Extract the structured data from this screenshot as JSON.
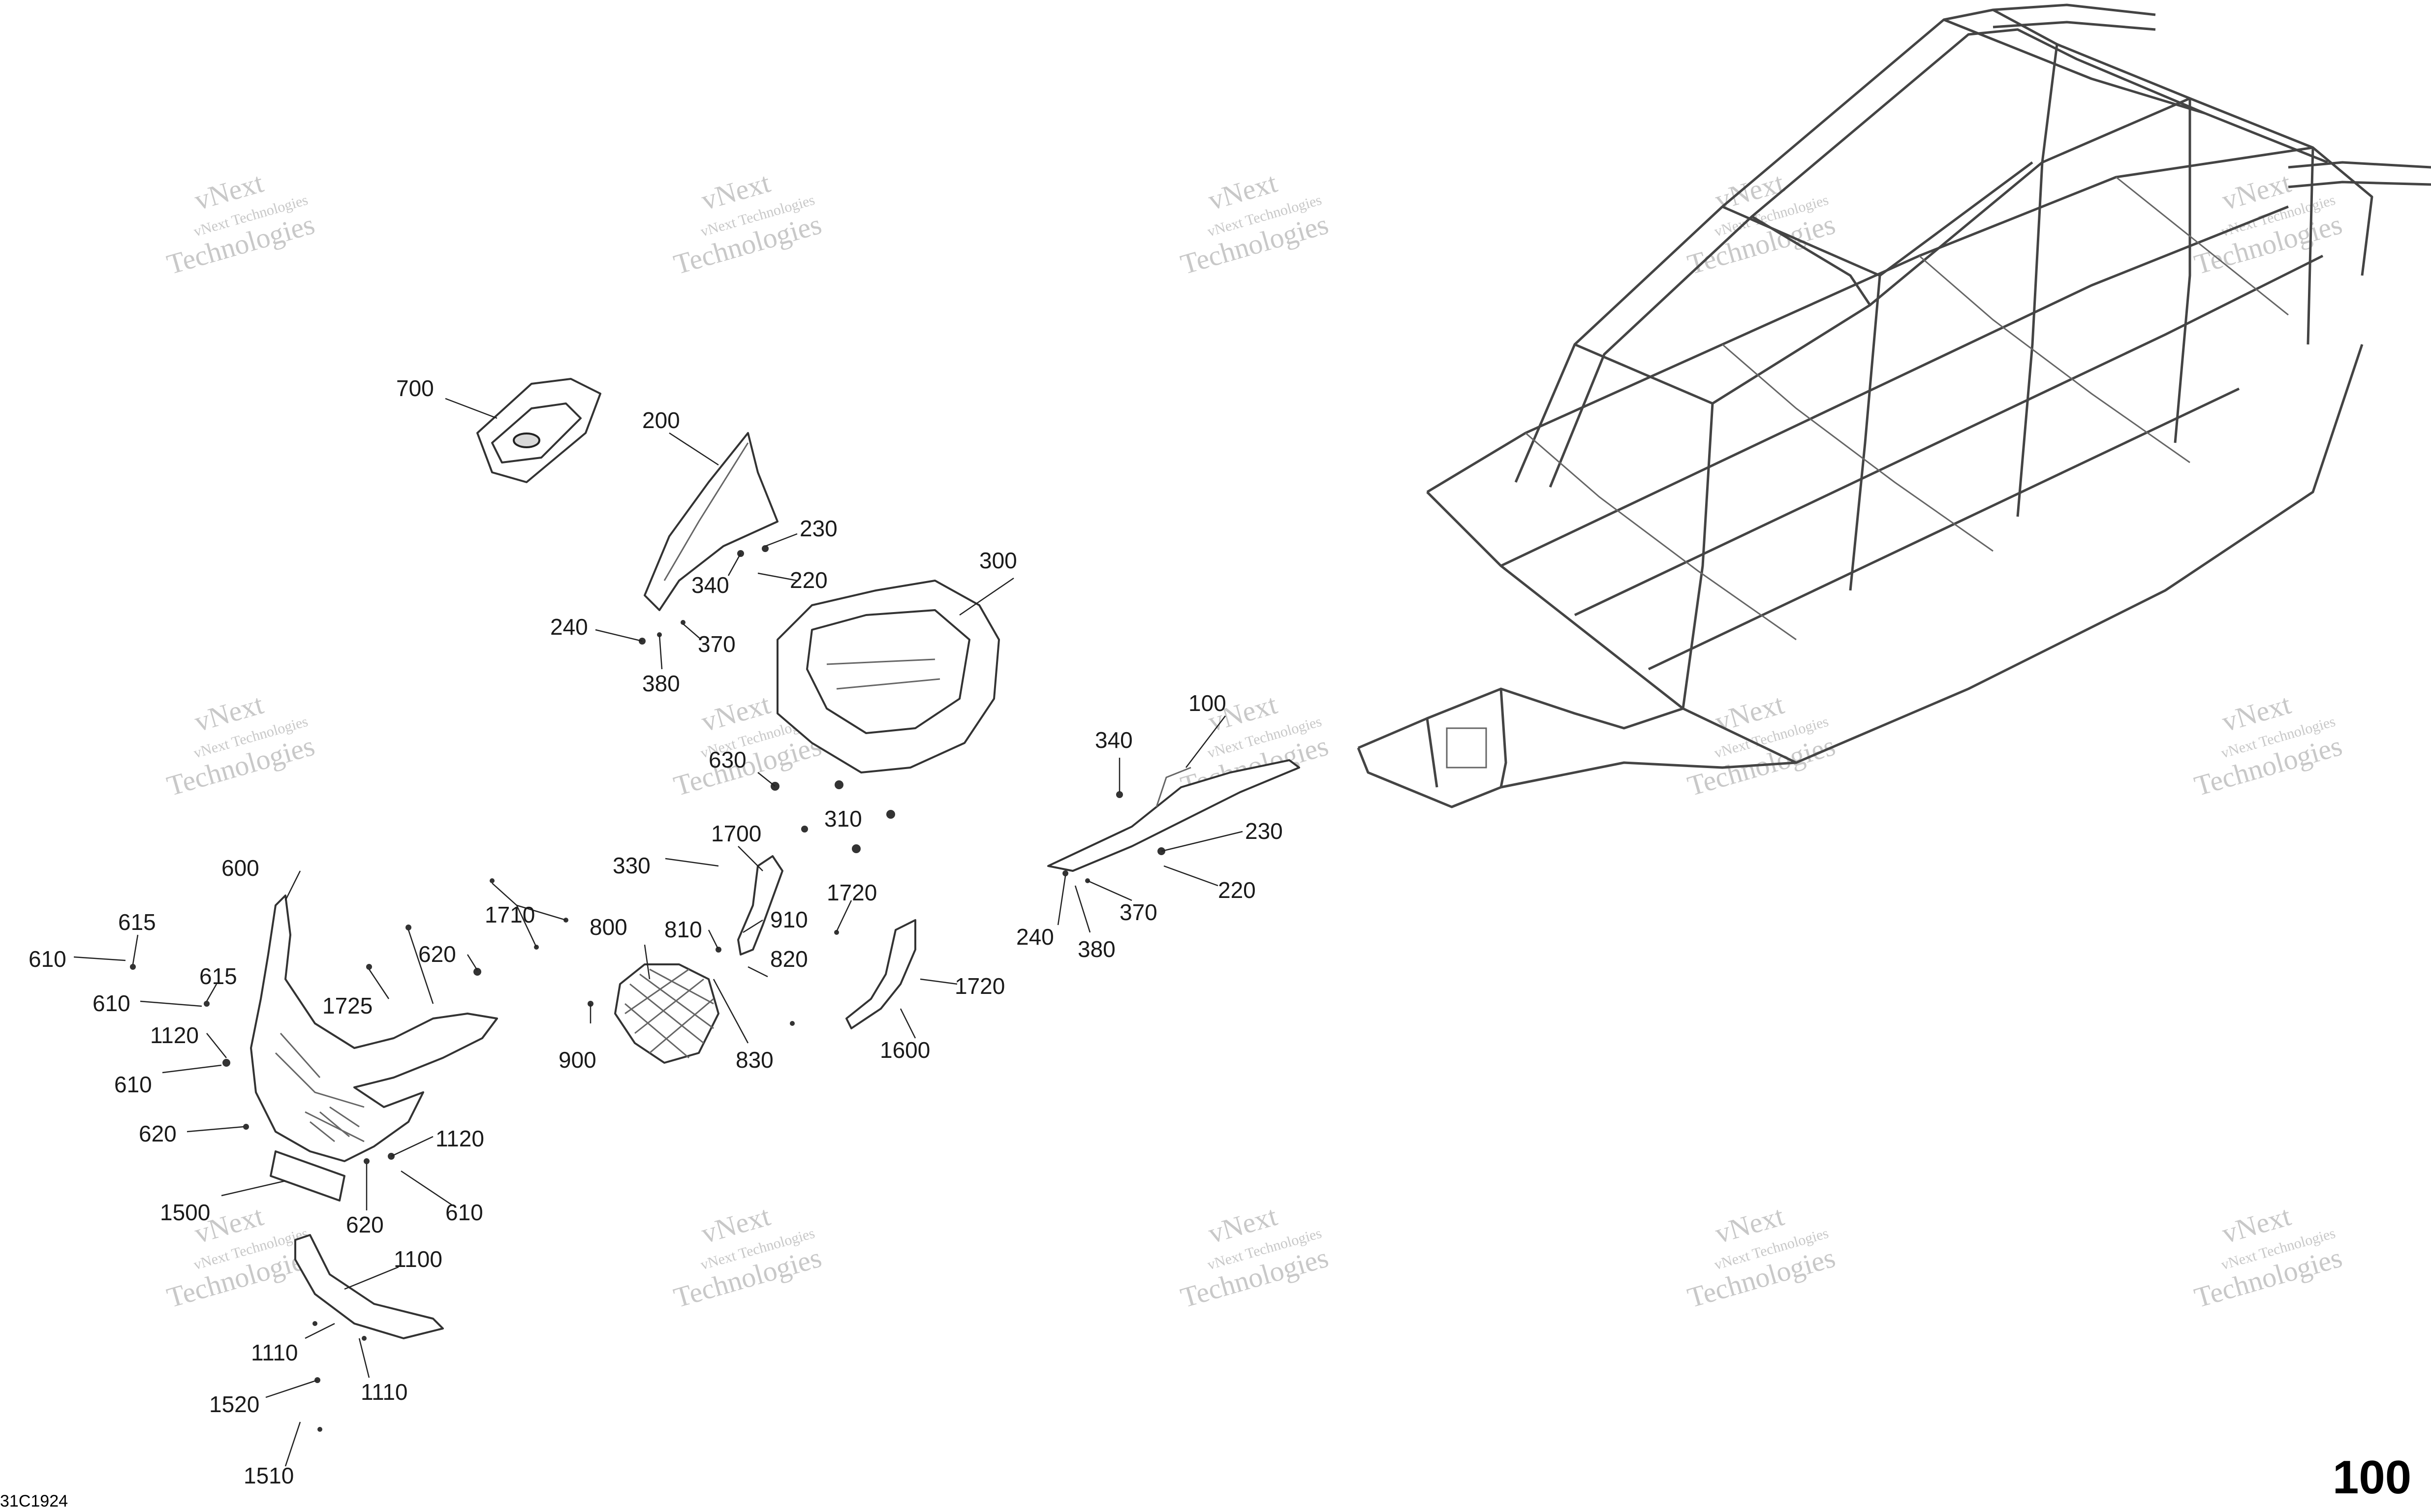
{
  "watermark": {
    "line1": "vNext",
    "line2": "vNext Technologies",
    "line3": "Technologies"
  },
  "callouts": {
    "c700": "700",
    "c200": "200",
    "c230a": "230",
    "c220a": "220",
    "c340a": "340",
    "c300": "300",
    "c240a": "240",
    "c370a": "370",
    "c380a": "380",
    "c630": "630",
    "c310": "310",
    "c330": "330",
    "c1700": "1700",
    "c340b": "340",
    "c100": "100",
    "c230b": "230",
    "c220b": "220",
    "c240b": "240",
    "c370b": "370",
    "c380b": "380",
    "c1720a": "1720",
    "c910": "910",
    "c810": "810",
    "c820": "820",
    "c800": "800",
    "c1710": "1710",
    "c620a": "620",
    "c1725": "1725",
    "c600": "600",
    "c615a": "615",
    "c610a": "610",
    "c615b": "615",
    "c610b": "610",
    "c1120a": "1120",
    "c610c": "610",
    "c620b": "620",
    "c1120b": "1120",
    "c620c": "620",
    "c610d": "610",
    "c1500": "1500",
    "c900": "900",
    "c830": "830",
    "c1720b": "1720",
    "c1600": "1600",
    "c1100": "1100",
    "c1110a": "1110",
    "c1110b": "1110",
    "c1520": "1520",
    "c1510": "1510"
  },
  "footer": {
    "page_number": "100",
    "drawing_code": "31C1924"
  }
}
